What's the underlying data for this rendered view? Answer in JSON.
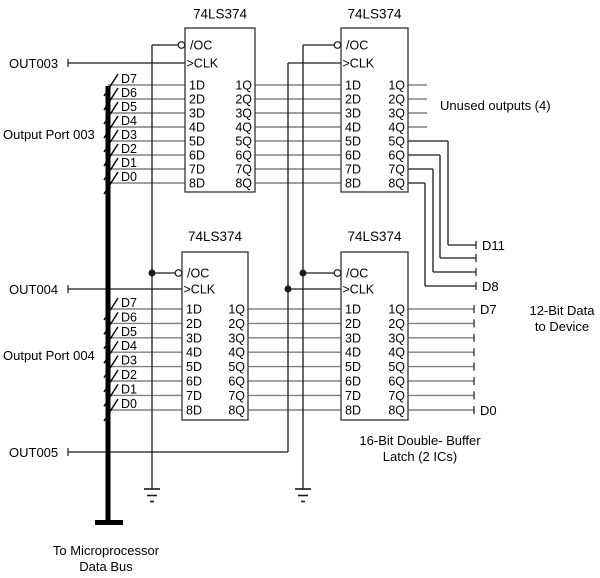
{
  "ics": [
    {
      "title": "74LS374",
      "left_pins": [
        "/OC",
        ">CLK",
        "1D",
        "2D",
        "3D",
        "4D",
        "5D",
        "6D",
        "7D",
        "8D"
      ],
      "right_pins": [
        "1Q",
        "2Q",
        "3Q",
        "4Q",
        "5Q",
        "6Q",
        "7Q",
        "8Q"
      ]
    },
    {
      "title": "74LS374",
      "left_pins": [
        "/OC",
        ">CLK",
        "1D",
        "2D",
        "3D",
        "4D",
        "5D",
        "6D",
        "7D",
        "8D"
      ],
      "right_pins": [
        "1Q",
        "2Q",
        "3Q",
        "4Q",
        "5Q",
        "6Q",
        "7Q",
        "8Q"
      ]
    },
    {
      "title": "74LS374",
      "left_pins": [
        "/OC",
        ">CLK",
        "1D",
        "2D",
        "3D",
        "4D",
        "5D",
        "6D",
        "7D",
        "8D"
      ],
      "right_pins": [
        "1Q",
        "2Q",
        "3Q",
        "4Q",
        "5Q",
        "6Q",
        "7Q",
        "8Q"
      ]
    },
    {
      "title": "74LS374",
      "left_pins": [
        "/OC",
        ">CLK",
        "1D",
        "2D",
        "3D",
        "4D",
        "5D",
        "6D",
        "7D",
        "8D"
      ],
      "right_pins": [
        "1Q",
        "2Q",
        "3Q",
        "4Q",
        "5Q",
        "6Q",
        "7Q",
        "8Q"
      ]
    }
  ],
  "bus_labels_top": [
    "D7",
    "D6",
    "D5",
    "D4",
    "D3",
    "D2",
    "D1",
    "D0"
  ],
  "bus_labels_bottom": [
    "D7",
    "D6",
    "D5",
    "D4",
    "D3",
    "D2",
    "D1",
    "D0"
  ],
  "labels": {
    "out003": "OUT003",
    "out004": "OUT004",
    "out005": "OUT005",
    "output_port_003": "Output Port 003",
    "output_port_004": "Output Port 004",
    "unused_outputs": "Unused outputs (4)",
    "d11": "D11",
    "d8": "D8",
    "d7": "D7",
    "d0": "D0",
    "data_to_device_line1": "12-Bit Data",
    "data_to_device_line2": "to Device",
    "latch_caption_line1": "16-Bit Double- Buffer",
    "latch_caption_line2": "Latch (2 ICs)",
    "bus_caption_line1": "To Microprocessor",
    "bus_caption_line2": "Data Bus"
  },
  "colors": {
    "background": "#ffffff",
    "data_wire": "#808080",
    "control_wire": "#1a1a1a",
    "ic_border": "#333333",
    "bus": "#000000",
    "text": "#000000"
  }
}
